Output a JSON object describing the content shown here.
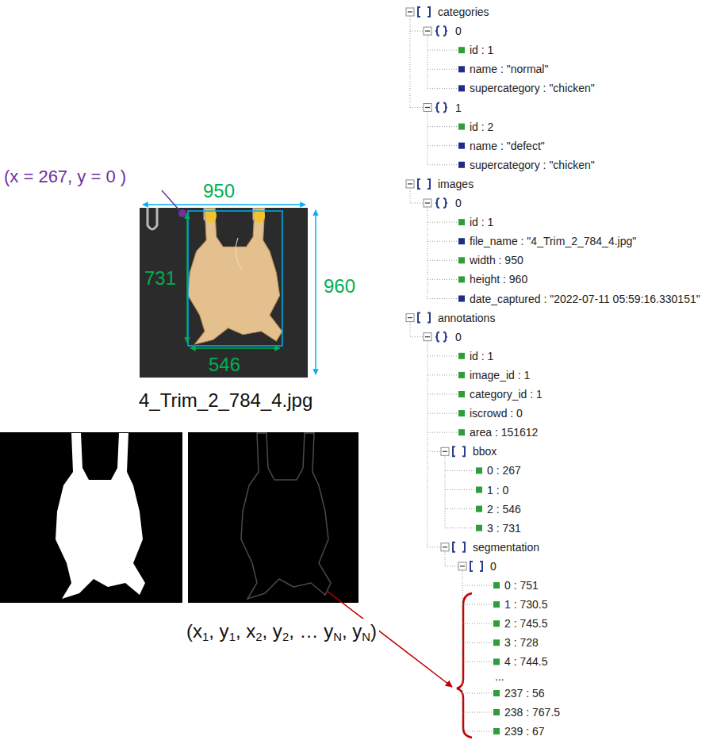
{
  "diagram": {
    "labels": [
      "(x = 267, y = 0 )",
      "950",
      "731",
      "960",
      "546",
      "4_Trim_2_784_4.jpg",
      "(x1, y1, x2, y2, … yN, yN)",
      "categories",
      "0",
      "id : 1",
      "name : \"normal\"",
      "supercategory : \"chicken\"",
      "1",
      "id : 2",
      "name : \"defect\"",
      "supercategory : \"chicken\"",
      "images",
      "0",
      "id : 1",
      "file_name : \"4_Trim_2_784_4.jpg\"",
      "width : 950",
      "height : 960",
      "date_captured : \"2022-07-11 05:59:16.330151\"",
      "annotations",
      "0",
      "id : 1",
      "image_id : 1",
      "category_id : 1",
      "iscrowd : 0",
      "area : 151612",
      "bbox",
      "0 : 267",
      "1 : 0",
      "2 : 546",
      "3 : 731",
      "segmentation",
      "0",
      "0 : 751",
      "1 : 730.5",
      "2 : 745.5",
      "3 : 728",
      "4 : 744.5",
      "...",
      "237 : 56",
      "238 : 767.5",
      "239 : 67"
    ]
  }
}
